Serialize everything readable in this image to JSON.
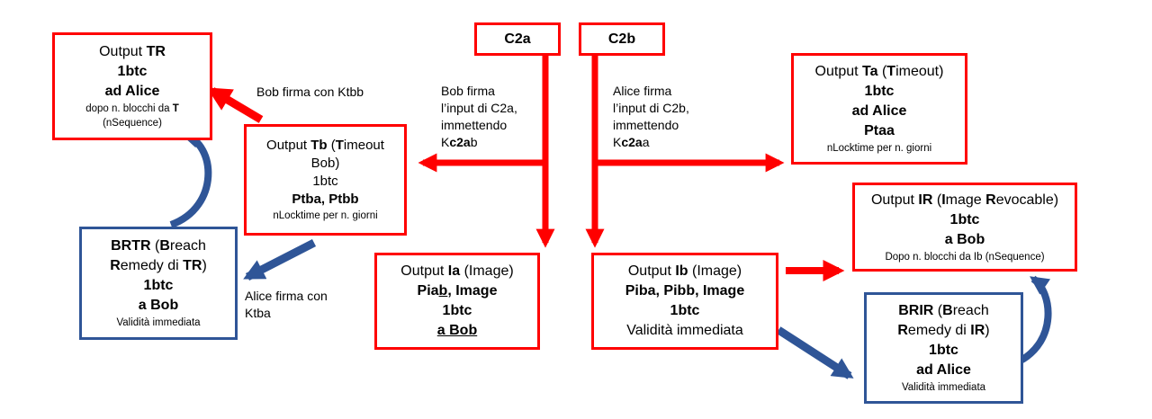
{
  "boxes": {
    "tr": {
      "pre": "Output ",
      "b": "TR",
      "amount": "1btc",
      "to": "ad Alice",
      "note1_pre": "dopo n. blocchi da ",
      "note1_b": "T",
      "note2": "(nSequence)"
    },
    "tb": {
      "pre": "Output ",
      "b1": "Tb",
      "mid1": " (",
      "b2": "T",
      "rest": "imeout",
      "line2": "Bob)",
      "amount": "1btc",
      "keys": "Ptba, Ptbb",
      "note": "nLocktime per n. giorni"
    },
    "brtr": {
      "b1": "BRTR",
      "mid": " (",
      "b2": "B",
      "rest1": "reach",
      "b3": "R",
      "rest2": "emedy di ",
      "b4": "TR",
      "close": ")",
      "amount": "1btc",
      "to": "a Bob",
      "note": "Validità immediata"
    },
    "c2a": {
      "label": "C2a"
    },
    "c2b": {
      "label": "C2b"
    },
    "ia": {
      "pre": "Output ",
      "b": "Ia",
      "post": " (Image)",
      "keys_pre": "Pia",
      "keys_u": "b",
      "keys_post": ", Image",
      "amount": "1btc",
      "to": "a Bob"
    },
    "ib": {
      "pre": "Output ",
      "b": "Ib",
      "post": " (Image)",
      "keys": "Piba, Pibb, Image",
      "amount": "1btc",
      "note": "Validità immediata"
    },
    "ta": {
      "pre": "Output ",
      "b1": "Ta",
      "mid": " (",
      "b2": "T",
      "rest": "imeout)",
      "amount": "1btc",
      "to": "ad Alice",
      "keys": "Ptaa",
      "note": "nLocktime per n. giorni"
    },
    "ir": {
      "pre": "Output ",
      "b1": "IR",
      "mid": " (",
      "b2": "I",
      "rest1": "mage ",
      "b3": "R",
      "rest2": "evocable)",
      "amount": "1btc",
      "to": "a Bob",
      "note": "Dopo n. blocchi da Ib (nSequence)"
    },
    "brir": {
      "b1": "BRIR",
      "mid": " (",
      "b2": "B",
      "rest1": "reach",
      "b3": "R",
      "rest2": "emedy di ",
      "b4": "IR",
      "close": ")",
      "amount": "1btc",
      "to": "ad Alice",
      "note": "Validità immediata"
    }
  },
  "labels": {
    "bob_ktbb": "Bob firma con Ktbb",
    "bob_c2a": {
      "l1": "Bob firma",
      "l2": "l’input di C2a,",
      "l3": "immettendo",
      "l4_pre": "K",
      "l4_b": "c2a",
      "l4_post": "b"
    },
    "alice_c2b": {
      "l1": "Alice firma",
      "l2": "l’input di C2b,",
      "l3": "immettendo",
      "l4_pre": "K",
      "l4_b": "c2a",
      "l4_post": "a"
    },
    "alice_ktba": {
      "l1": "Alice firma con",
      "l2": "Ktba"
    }
  },
  "colors": {
    "red": "#ff0000",
    "blue": "#2f5597"
  }
}
